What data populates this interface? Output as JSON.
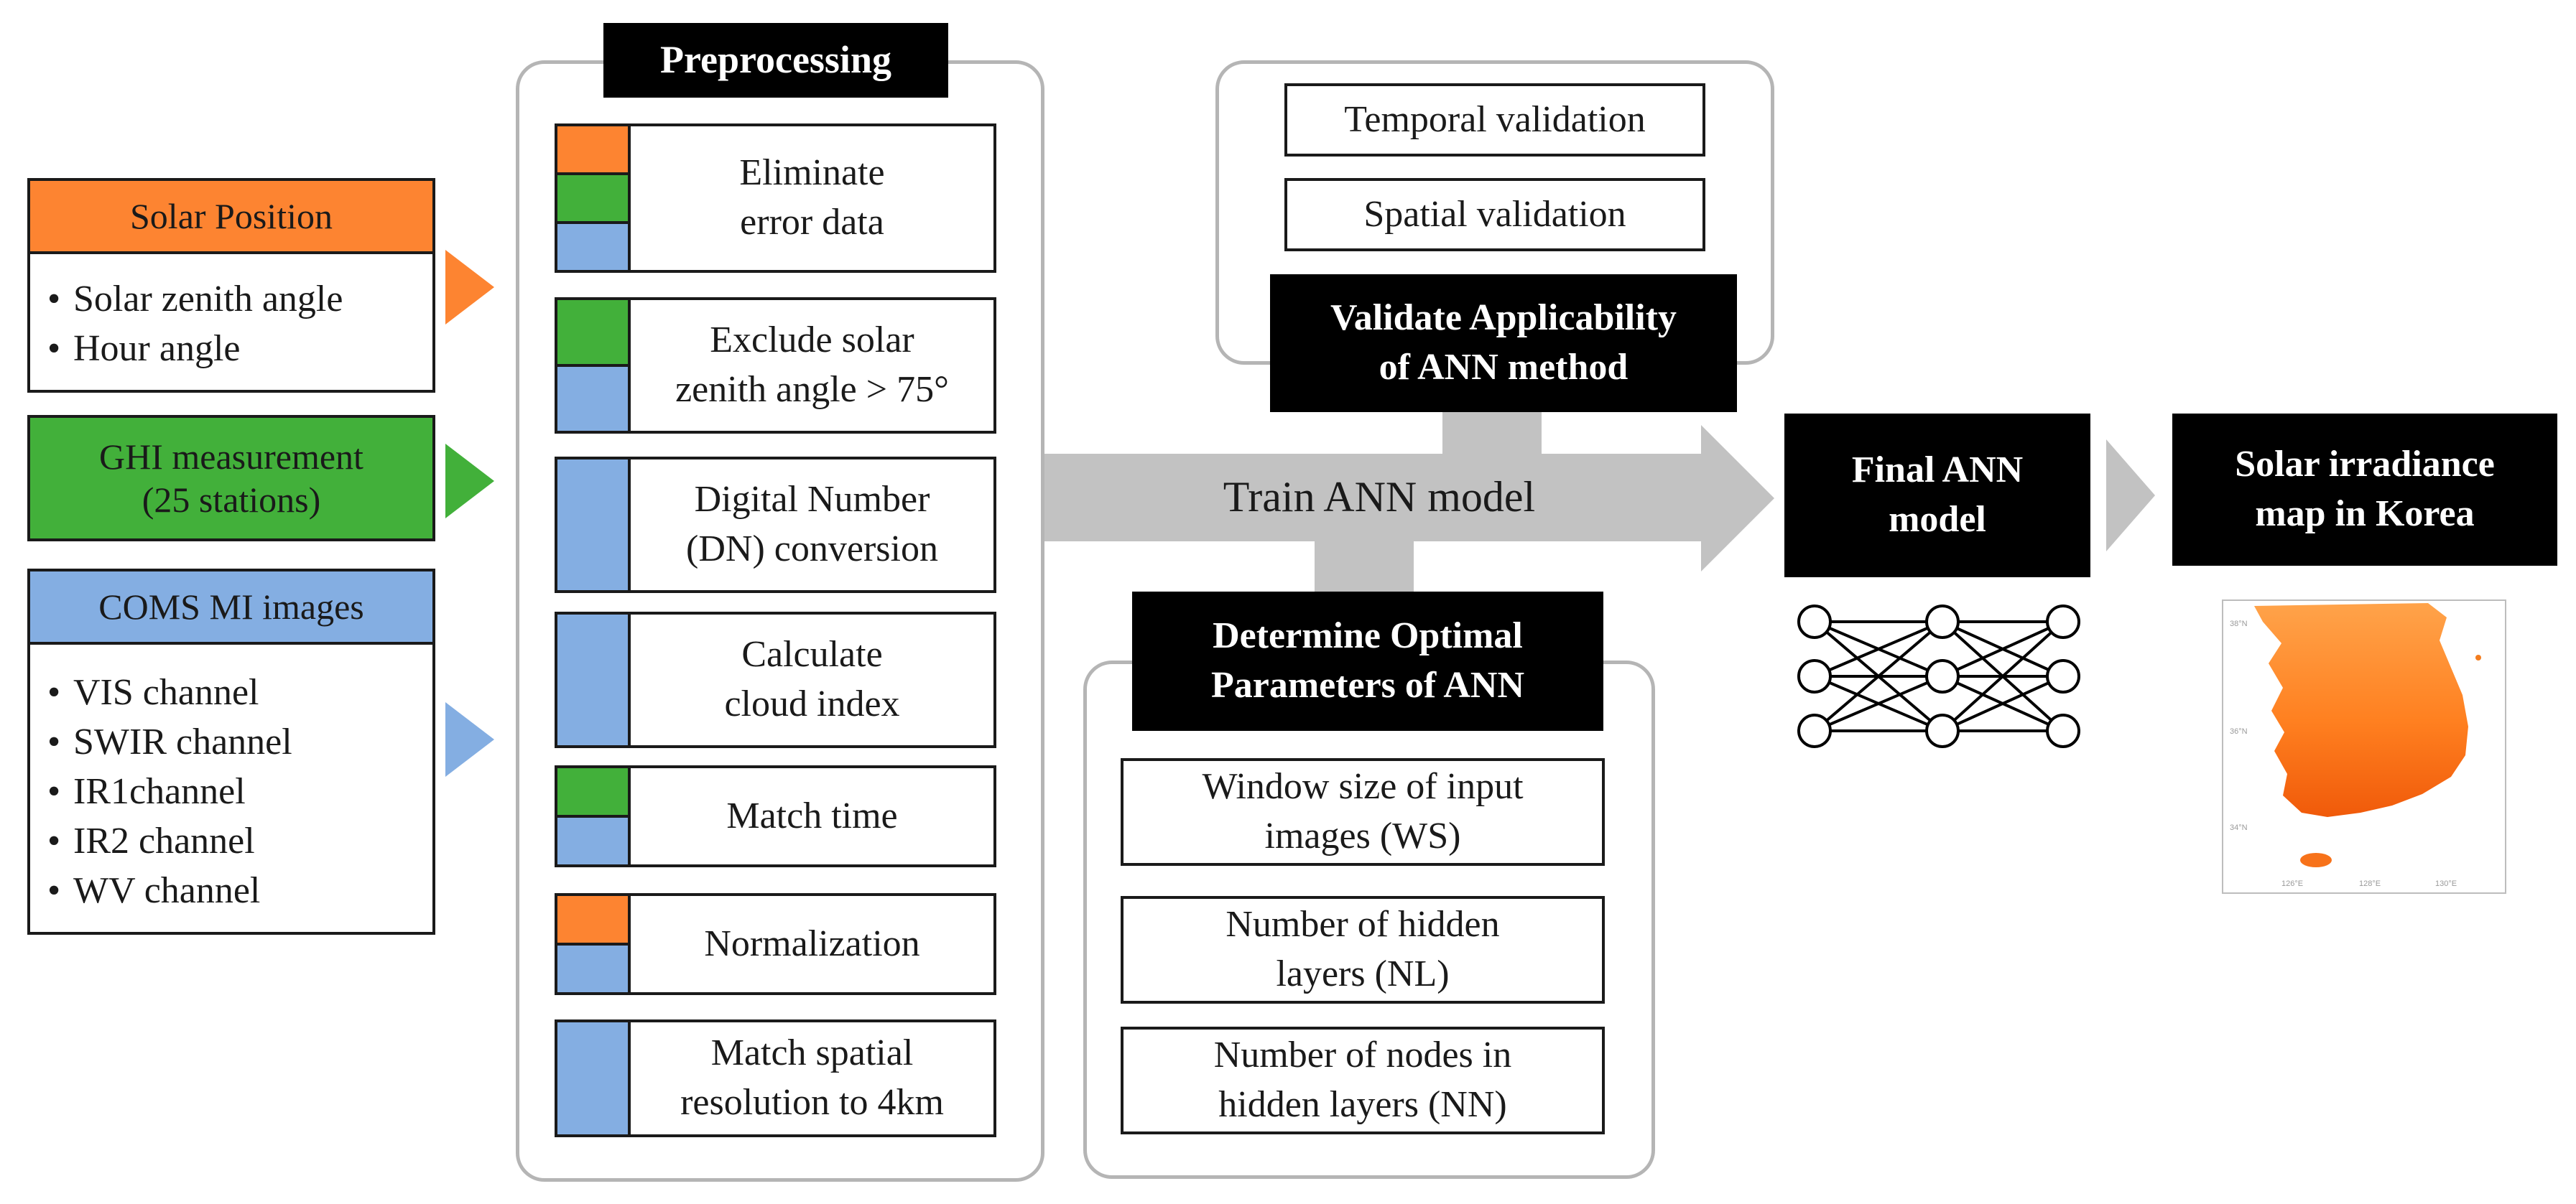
{
  "inputs": {
    "solar": {
      "title": "Solar Position",
      "items": [
        "Solar zenith angle",
        "Hour angle"
      ]
    },
    "ghi": {
      "title": "GHI measurement\n(25 stations)"
    },
    "coms": {
      "title": "COMS MI images",
      "items": [
        "VIS channel",
        "SWIR channel",
        "IR1channel",
        "IR2 channel",
        "WV channel"
      ]
    }
  },
  "preprocessing": {
    "title": "Preprocessing",
    "steps": [
      {
        "label": "Eliminate\nerror data",
        "colors": [
          "orange",
          "green",
          "blue"
        ]
      },
      {
        "label": "Exclude solar\nzenith angle > 75°",
        "colors": [
          "green",
          "blue"
        ]
      },
      {
        "label": "Digital Number\n(DN) conversion",
        "colors": [
          "blue"
        ]
      },
      {
        "label": "Calculate\ncloud index",
        "colors": [
          "blue"
        ]
      },
      {
        "label": "Match time",
        "colors": [
          "green",
          "blue"
        ]
      },
      {
        "label": "Normalization",
        "colors": [
          "orange",
          "blue"
        ]
      },
      {
        "label": "Match spatial\nresolution to 4km",
        "colors": [
          "blue"
        ]
      }
    ]
  },
  "validation": {
    "items": [
      "Temporal validation",
      "Spatial validation"
    ],
    "title": "Validate Applicability\nof ANN method"
  },
  "train_label": "Train ANN model",
  "optimal": {
    "title": "Determine Optimal\nParameters of ANN",
    "items": [
      "Window size of input\nimages (WS)",
      "Number of hidden\nlayers (NL)",
      "Number of nodes in\nhidden layers (NN)"
    ]
  },
  "final_model": {
    "title": "Final ANN\nmodel"
  },
  "output": {
    "title": "Solar irradiance\nmap in Korea"
  },
  "colors": {
    "orange": "#fd8431",
    "green": "#42b03a",
    "blue": "#84aee2",
    "gray": "#c2c2c2",
    "black": "#000000"
  },
  "icons": [
    "neural-network-icon",
    "korea-irradiance-map"
  ]
}
